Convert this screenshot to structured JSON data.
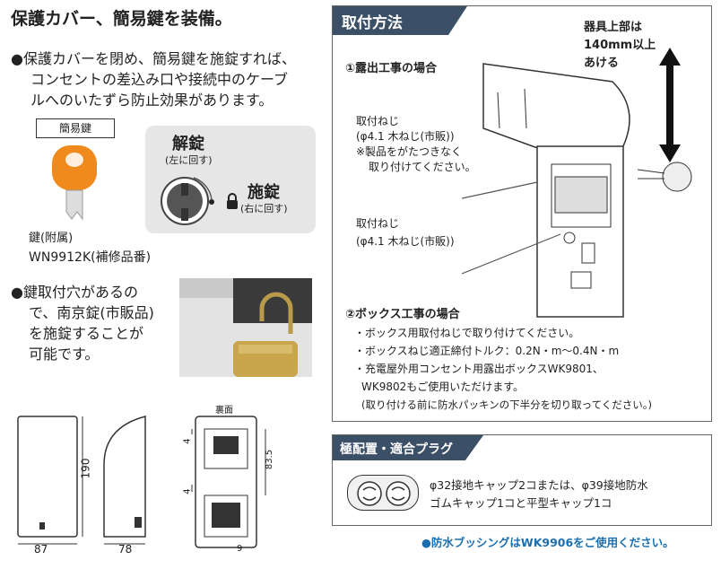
{
  "left": {
    "heading": "保護カバー、簡易鍵を装備。",
    "para1": [
      "●保護カバーを閉め、簡易鍵を施錠すれば、",
      "コンセントの差込み口や接続中のケーブ",
      "ルへのいたずら防止効果があります。"
    ],
    "key_label": "簡易鍵",
    "key_caption": "鍵(附属)",
    "key_part": "WN9912K(補修品番)",
    "unlock": "解錠",
    "unlock_sub": "(左に回す)",
    "lock": "施錠",
    "lock_sub": "(右に回す)",
    "para2": [
      "●鍵取付穴があるの",
      "で、南京錠(市販品)",
      "を施錠することが",
      "可能です。"
    ],
    "dims": {
      "height": "190",
      "width": "87",
      "depth": "78",
      "back_label": "裏面",
      "pitch": "83.5",
      "four_a": "4",
      "four_b": "4",
      "nine": "9"
    }
  },
  "install": {
    "title": "取付方法",
    "clearance": [
      "器具上部は",
      "140mm以上",
      "あける"
    ],
    "exposed_title": "①露出工事の場合",
    "screw1": [
      "取付ねじ",
      "(φ4.1 木ねじ(市販))",
      "※製品をがたつきなく",
      "取り付けてください。"
    ],
    "screw2": [
      "取付ねじ",
      "(φ4.1 木ねじ(市販))"
    ],
    "box_title": "②ボックス工事の場合",
    "box_notes": [
      "・ボックス用取付ねじで取り付けてください。",
      "・ボックスねじ適正締付トルク：0.2N・m〜0.4N・m",
      "・充電屋外用コンセント用露出ボックスWK9801、",
      "WK9802もご使用いただけます。",
      "(取り付ける前に防水パッキンの下半分を切り取ってください。)"
    ]
  },
  "plug": {
    "title": "極配置・適合プラグ",
    "desc": [
      "φ32接地キャップ2コまたは、φ39接地防水",
      "ゴムキャップ1コと平型キャップ1コ"
    ]
  },
  "footer_note": "●防水ブッシングはWK9906をご使用ください。",
  "colors": {
    "tag_bg": "#3b4f66",
    "key_orange": "#f08a1c",
    "note_blue": "#1a6fb0"
  }
}
